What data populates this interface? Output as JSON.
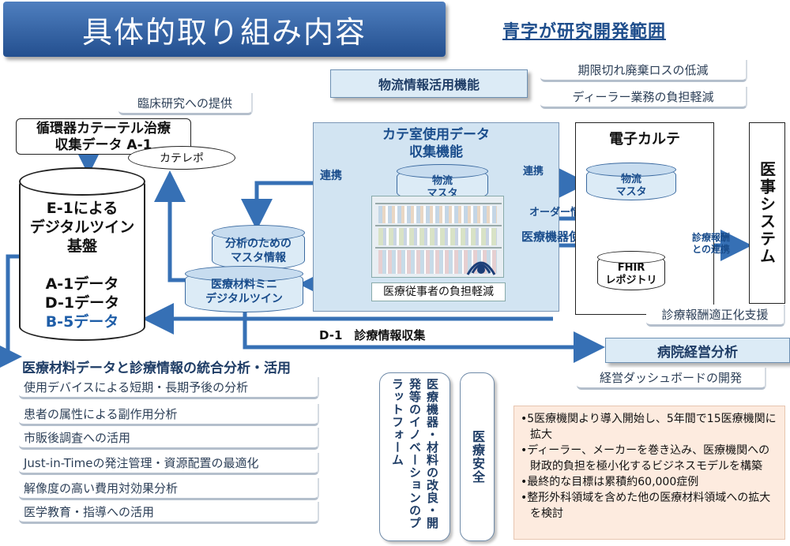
{
  "title": "具体的取り組み内容",
  "scope_note": "青字が研究開発範囲",
  "logistics_function": "物流情報活用機能",
  "notes_right_top": [
    "期限切れ廃棄ロスの低減",
    "ディーラー業務の負担軽減"
  ],
  "clinical_research": "臨床研究への提供",
  "registry": {
    "line1": "循環器カテーテル治療",
    "line2": "収集データ A-1",
    "catereport": "カテレポ"
  },
  "big_cylinder": {
    "l1": "E-1による",
    "l2": "デジタルツイン",
    "l3": "基盤",
    "d1": "A-1データ",
    "d2": "D-1データ",
    "d3": "B-5データ"
  },
  "cath_lab": {
    "title1": "カテ室使用データ",
    "title2": "収集機能",
    "cyl_l1": "物流",
    "cyl_l2": "マスタ",
    "photo_caption": "医療従事者の負担軽減"
  },
  "link_left": "連携",
  "link_right": "連携",
  "order_info": "オーダー情報",
  "device_usage": "医療機器使用データ",
  "analysis_master": {
    "l1": "分析のための",
    "l2": "マスタ情報"
  },
  "mini_twin": {
    "l1": "医療材料ミニ",
    "l2": "デジタルツイン"
  },
  "ehr": {
    "title": "電子カルテ",
    "cyl_l1": "物流",
    "cyl_l2": "マスタ",
    "fhir_l1": "FHIR",
    "fhir_l2": "レポジトリ"
  },
  "medical_affairs": "医事システム",
  "fee_link": {
    "l1": "診療報酬",
    "l2": "との連携"
  },
  "fee_support": "診療報酬適正化支援",
  "collection_label": "D-1　診療情報収集",
  "hospital_mgmt": "病院経営分析",
  "dashboard": "経営ダッシュボードの開発",
  "integration_heading": "医療材料データと診療情報の統合分析・活用",
  "analysis_items": [
    "使用デバイスによる短期・長期予後の分析",
    "患者の属性による副作用分析",
    "市販後調査への活用",
    "Just-in-Timeの発注管理・資源配置の最適化",
    "解像度の高い費用対効果分析",
    "医学教育・指導への活用"
  ],
  "innovation_platform": "医療機器・材料の改良・開発等のイノベーションのプラットフォーム",
  "medical_safety": "医療安全",
  "bullets": [
    "5医療機関より導入開始し、5年間で15医療機関に拡大",
    "ディーラー、メーカーを巻き込み、医療機関への財政的負担を極小化するビジネスモデルを構築",
    "最終的な目標は累積約60,000症例",
    "整形外科領域を含めた他の医療材料領域への拡大を検討"
  ],
  "colors": {
    "arrow": "#3670b5",
    "title_bg": "#2e5b9b",
    "bubble": "#fdebdf",
    "box_fill": "#dcebf6"
  }
}
